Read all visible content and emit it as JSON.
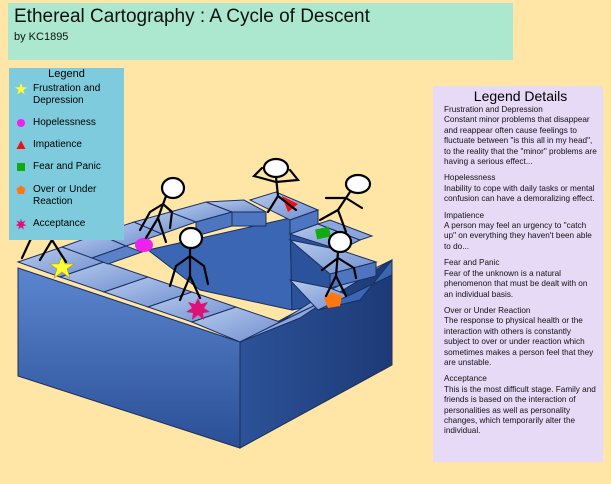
{
  "header": {
    "title": "Ethereal Cartography : A Cycle of Descent",
    "byline": "by KC1895"
  },
  "legend": {
    "title": "Legend",
    "items": [
      {
        "label": "Frustration and Depression",
        "symbol": "star-icon",
        "color": "#ffff33"
      },
      {
        "label": "Hopelessness",
        "symbol": "circle-icon",
        "color": "#ee22ee"
      },
      {
        "label": "Impatience",
        "symbol": "triangle-icon",
        "color": "#ee1111"
      },
      {
        "label": "Fear and Panic",
        "symbol": "square-icon",
        "color": "#11aa11"
      },
      {
        "label": "Over or Under Reaction",
        "symbol": "pentagon-icon",
        "color": "#ff7711"
      },
      {
        "label": "Acceptance",
        "symbol": "starburst-icon",
        "color": "#dd1177"
      }
    ]
  },
  "details": {
    "title": "Legend Details",
    "entries": [
      {
        "name": "Frustration and Depression",
        "text": "Constant minor problems that disappear and reappear often cause feelings to fluctuate between \"is this all in my head\", to the reality that the \"minor\" problems are having a serious effect..."
      },
      {
        "name": "Hopelessness",
        "text": "Inability to cope with daily tasks or mental confusion can have a demoralizing effect."
      },
      {
        "name": "Impatience",
        "text": "A person may feel an urgency to \"catch up\" on everything they haven't been able to do..."
      },
      {
        "name": "Fear and Panic",
        "text": "Fear of the unknown is a natural phenomenon that must be dealt with on an individual basis."
      },
      {
        "name": "Over or Under Reaction",
        "text": "The response to physical health or the interaction with others is constantly subject to over or under reaction which sometimes makes a person feel that they are unstable."
      },
      {
        "name": "Acceptance",
        "text": "This is the most difficult stage. Family and friends is based on the interaction of personalities as well as personality changes, which temporarily alter the individual."
      }
    ]
  },
  "colors": {
    "background": "#ffe6a6",
    "title_box": "#ace8cf",
    "legend_box": "#7dcbdc",
    "details_box": "#e7daf7",
    "stair_top": "#8aa6dc",
    "stair_front": "#3e68b4",
    "stair_dark": "#203f80"
  }
}
